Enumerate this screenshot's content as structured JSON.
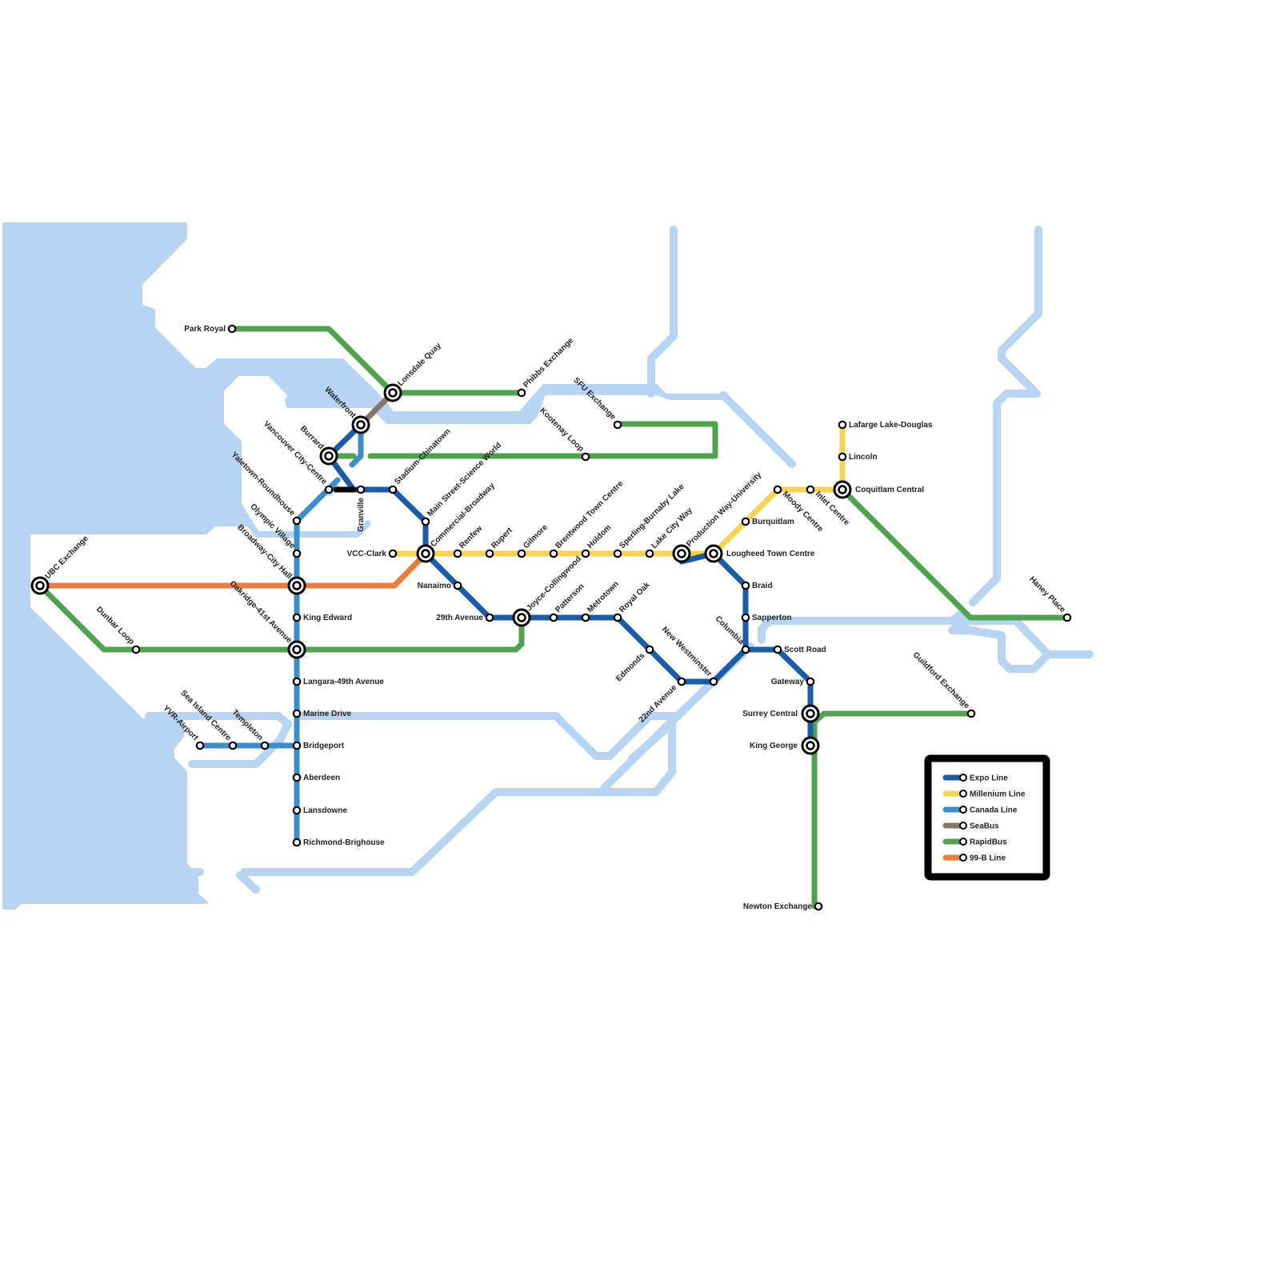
{
  "colors": {
    "water": "#b7d5f2",
    "expo": "#1a5ca8",
    "millennium": "#f9d24e",
    "canada": "#3b8ec9",
    "seabus": "#8b7366",
    "rapidbus": "#4fa24e",
    "b99": "#ee7b3a",
    "black": "#000000"
  },
  "legend": {
    "items": [
      {
        "label": "Expo Line",
        "color_key": "expo"
      },
      {
        "label": "Millenium Line",
        "color_key": "millennium"
      },
      {
        "label": "Canada Line",
        "color_key": "canada"
      },
      {
        "label": "SeaBus",
        "color_key": "seabus"
      },
      {
        "label": "RapidBus",
        "color_key": "rapidbus"
      },
      {
        "label": "99-B Line",
        "color_key": "b99"
      }
    ]
  },
  "stations": {
    "park_royal": "Park Royal",
    "lonsdale_quay": "Lonsdale Quay",
    "phibbs_exchange": "Phibbs Exchange",
    "waterfront": "Waterfront",
    "burrard": "Burrard",
    "vancouver_city_centre": "Vancouver City-Centre",
    "yaletown_roundhouse": "Yaletown-Roundhouse",
    "granville": "Granville",
    "stadium_chinatown": "Stadium-Chinatown",
    "main_street": "Main Street-Science World",
    "commercial_broadway": "Commercial-Broadway",
    "olympic_village": "Olympic Village",
    "broadway_city_hall": "Broadway-City Hall",
    "king_edward": "King Edward",
    "oakridge": "Oakridge-41st Avenue",
    "langara": "Langara-49th Avenue",
    "marine_drive": "Marine Drive",
    "bridgeport": "Bridgeport",
    "aberdeen": "Aberdeen",
    "lansdowne": "Lansdowne",
    "richmond_brighouse": "Richmond-Brighouse",
    "templeton": "Templeton",
    "sea_island_centre": "Sea Island Centre",
    "yvr_airport": "YVR-Airport",
    "ubc_exchange": "UBC Exchange",
    "dunbar_loop": "Dunbar Loop",
    "vcc_clark": "VCC-Clark",
    "renfew": "Renfew",
    "rupert": "Rupert",
    "gilmore": "Gilmore",
    "brentwood": "Brentwood Town Centre",
    "holdom": "Holdom",
    "sperling": "Sperling-Burnaby Lake",
    "lake_city_way": "Lake City Way",
    "production_way": "Production Way-University",
    "lougheed": "Lougheed Town Centre",
    "burquitlam": "Burquitlam",
    "moody_centre": "Moody Centre",
    "inlet_centre": "Inlet Centre",
    "coquitlam_central": "Coquitlam Central",
    "lincoln": "Lincoln",
    "lafarge": "Lafarge Lake-Douglas",
    "haney_place": "Haney Place",
    "sfu_exchange": "SFU Exchange",
    "kootenay_loop": "Kootenay Loop",
    "nanaimo": "Nanaimo",
    "avenue_29th": "29th Avenue",
    "joyce": "Joyce-Collingwood",
    "patterson": "Patterson",
    "metrotown": "Metrotown",
    "royal_oak": "Royal Oak",
    "edmonds": "Edmonds",
    "avenue_22nd": "22nd Avenue",
    "new_westminster": "New Westminster",
    "columbia": "Columbia",
    "braid": "Braid",
    "sapperton": "Sapperton",
    "scott_road": "Scott Road",
    "gateway": "Gateway",
    "surrey_central": "Surrey Central",
    "king_george": "King George",
    "guildford_exchange": "Guildford Exchange",
    "newton_exchange": "Newton Exchange"
  }
}
